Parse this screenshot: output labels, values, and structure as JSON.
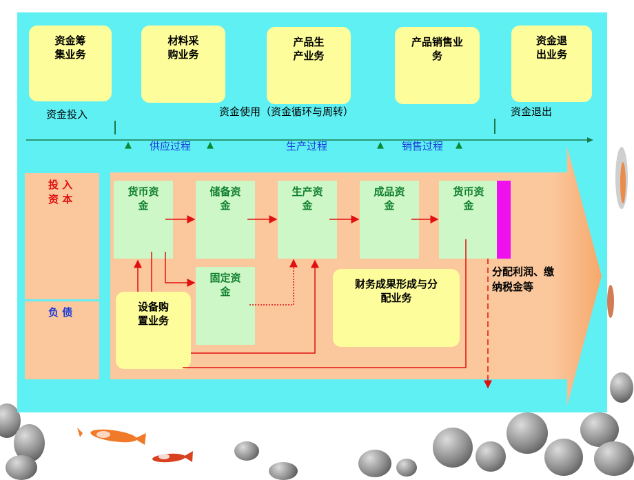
{
  "top_boxes": [
    {
      "label": "资金筹\n集业务"
    },
    {
      "label": "材料采\n购业务"
    },
    {
      "label": "产品生\n产业务"
    },
    {
      "label": "产品销售业\n务"
    },
    {
      "label": "资金退\n出业务"
    }
  ],
  "phases": {
    "investment": "资金投入",
    "usage": "资金使用（资金循环与周转）",
    "exit": "资金退出"
  },
  "processes": {
    "supply": "供应过程",
    "production": "生产过程",
    "sales": "销售过程",
    "triangle": "▲"
  },
  "left_column": {
    "capital": "投 入\n资 本",
    "liabilities": "负 债"
  },
  "fund_boxes": [
    {
      "label": "货币资\n金"
    },
    {
      "label": "储备资\n金"
    },
    {
      "label": "生产资\n金"
    },
    {
      "label": "成品资\n金"
    },
    {
      "label": "货币资\n金"
    }
  ],
  "fixed_fund": "固定资\n金",
  "equipment_business": "设备购\n置业务",
  "financial_results": "财务成果形成与分\n配业务",
  "profit_distribution": "分配利润、缴\n纳税金等",
  "colors": {
    "panel": "#5ff0f4",
    "yellow_box": "#fdfd9b",
    "peach": "#fbc79d",
    "green_box": "#cdf7c6",
    "arrow_red": "#e01010",
    "magenta_bar": "#ee10ee"
  }
}
